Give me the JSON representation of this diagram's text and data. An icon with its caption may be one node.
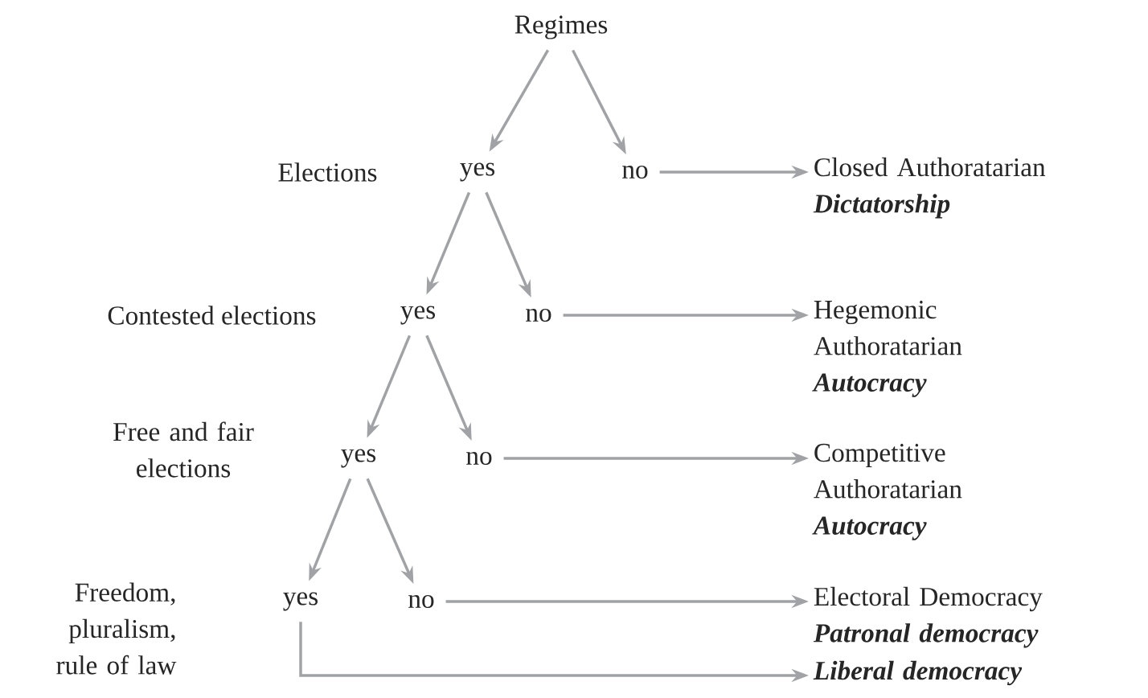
{
  "diagram": {
    "nodes": [
      {
        "text": [
          "Regimes"
        ]
      },
      {
        "text": [
          "yes"
        ]
      },
      {
        "text": [
          "no"
        ]
      },
      {
        "text": [
          "Closed Authoratarian",
          "Dictatorship"
        ]
      },
      {
        "text": [
          "yes"
        ]
      },
      {
        "text": [
          "no"
        ]
      },
      {
        "text": [
          "Hegemonic Authoratarian",
          "Autocracy"
        ]
      },
      {
        "text": [
          "yes"
        ]
      },
      {
        "text": [
          "no"
        ]
      },
      {
        "text": [
          "Competitive Authoratarian",
          "Autocracy"
        ]
      },
      {
        "text": [
          "yes"
        ]
      },
      {
        "text": [
          "no"
        ]
      },
      {
        "text": [
          "Electoral Democracy",
          "Patronal democracy"
        ]
      },
      {
        "text": [
          "Liberal democracy"
        ]
      }
    ],
    "edges": [
      {
        "from": 0,
        "to": 1,
        "arrow": "to"
      },
      {
        "from": 0,
        "to": 2,
        "arrow": "to"
      },
      {
        "from": 2,
        "to": 3,
        "arrow": "to"
      },
      {
        "from": 1,
        "to": 4,
        "arrow": "to"
      },
      {
        "from": 1,
        "to": 5,
        "arrow": "to"
      },
      {
        "from": 5,
        "to": 6,
        "arrow": "to"
      },
      {
        "from": 4,
        "to": 7,
        "arrow": "to"
      },
      {
        "from": 4,
        "to": 8,
        "arrow": "to"
      },
      {
        "from": 8,
        "to": 9,
        "arrow": "to"
      },
      {
        "from": 7,
        "to": 10,
        "arrow": "to"
      },
      {
        "from": 7,
        "to": 11,
        "arrow": "to"
      },
      {
        "from": 11,
        "to": 12,
        "arrow": "to"
      },
      {
        "from": 10,
        "to": 13,
        "arrow": "to"
      }
    ],
    "labels": [
      "Elections",
      "Contested elections",
      "Free and fair elections",
      "Freedom, pluralism, rule of law"
    ]
  }
}
